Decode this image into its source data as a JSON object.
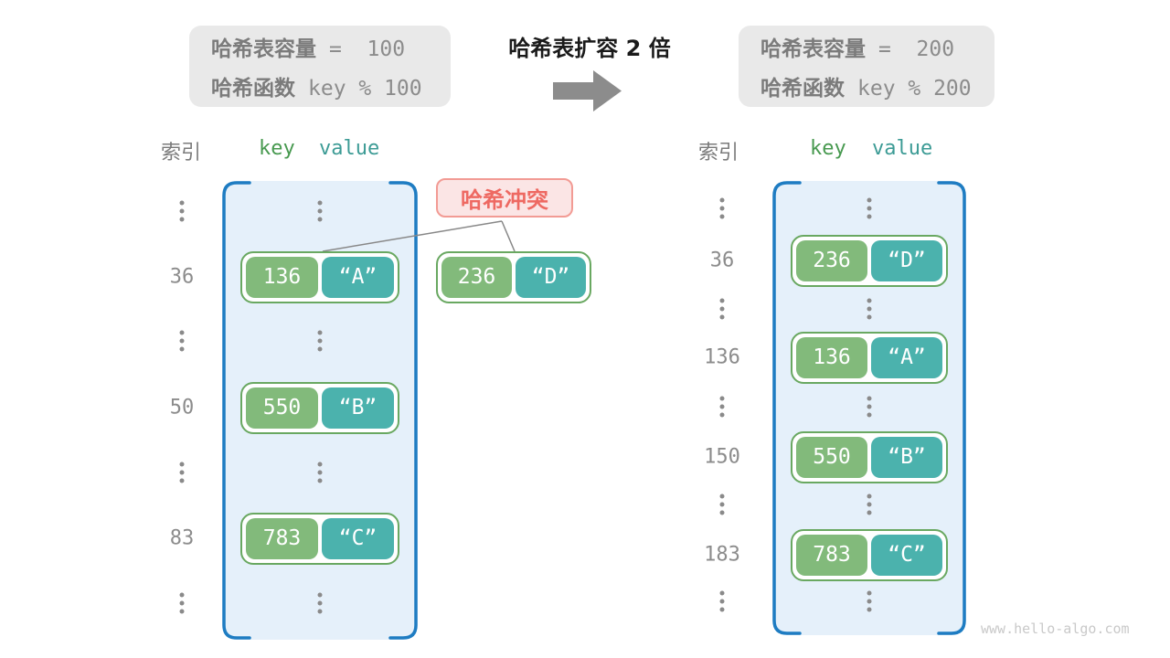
{
  "center": {
    "title": "哈希表扩容 2 倍",
    "arrow_icon": "right-block-arrow"
  },
  "info_left": {
    "line1_label": "哈希表容量",
    "line1_value": "=  100",
    "line2_label": "哈希函数",
    "line2_value": "key % 100"
  },
  "info_right": {
    "line1_label": "哈希表容量",
    "line1_value": "=  200",
    "line2_label": "哈希函数",
    "line2_value": "key % 200"
  },
  "collision": {
    "label": "哈希冲突",
    "pair": {
      "key": "236",
      "value": "“D”"
    }
  },
  "tables": {
    "left": {
      "index_header": "索引",
      "key_header": "key",
      "value_header": "value",
      "rows": [
        {
          "type": "dots"
        },
        {
          "type": "pair",
          "index": "36",
          "key": "136",
          "value": "“A”"
        },
        {
          "type": "dots"
        },
        {
          "type": "pair",
          "index": "50",
          "key": "550",
          "value": "“B”"
        },
        {
          "type": "dots"
        },
        {
          "type": "pair",
          "index": "83",
          "key": "783",
          "value": "“C”"
        },
        {
          "type": "dots"
        }
      ]
    },
    "right": {
      "index_header": "索引",
      "key_header": "key",
      "value_header": "value",
      "rows": [
        {
          "type": "dots"
        },
        {
          "type": "pair",
          "index": "36",
          "key": "236",
          "value": "“D”"
        },
        {
          "type": "dots"
        },
        {
          "type": "pair",
          "index": "136",
          "key": "136",
          "value": "“A”"
        },
        {
          "type": "dots"
        },
        {
          "type": "pair",
          "index": "150",
          "key": "550",
          "value": "“B”"
        },
        {
          "type": "dots"
        },
        {
          "type": "pair",
          "index": "183",
          "key": "783",
          "value": "“C”"
        },
        {
          "type": "dots"
        }
      ]
    }
  },
  "watermark": "www.hello-algo.com",
  "colors": {
    "key_green": "#82BA7B",
    "value_teal": "#4BB2AD",
    "pair_border": "#69A861",
    "container_fill": "#E5F0FA",
    "container_stroke": "#1E7CC2",
    "collision_bg": "#FBE5E5",
    "collision_border": "#F29B94",
    "collision_text": "#EE6962",
    "header_key_green": "#47994F",
    "header_value_teal": "#3C9B95",
    "gray_text": "#8C8C8C",
    "arrow_gray": "#8C8C8C",
    "watermark_gray": "#C9C9C9"
  }
}
